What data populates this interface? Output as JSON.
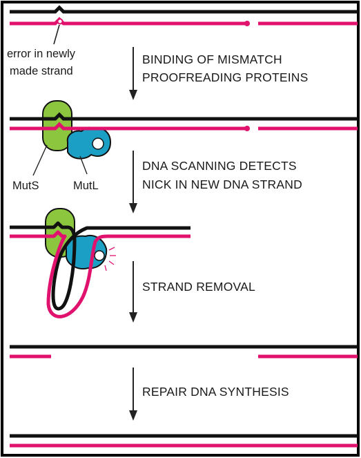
{
  "annotation": {
    "error_line1": "error in newly",
    "error_line2": "made strand"
  },
  "steps": [
    {
      "line1": "BINDING OF MISMATCH",
      "line2": "PROOFREADING PROTEINS"
    },
    {
      "line1": "DNA SCANNING DETECTS",
      "line2": "NICK IN NEW DNA STRAND"
    },
    {
      "line1": "STRAND REMOVAL",
      "line2": ""
    },
    {
      "line1": "REPAIR DNA SYNTHESIS",
      "line2": ""
    }
  ],
  "proteins": {
    "muts": "MutS",
    "mutl": "MutL"
  },
  "colors": {
    "old_strand": "#111111",
    "new_strand": "#e0126e",
    "muts": "#8cc63f",
    "mutl": "#1b9fc4",
    "frame": "#000000",
    "background": "#ffffff"
  }
}
